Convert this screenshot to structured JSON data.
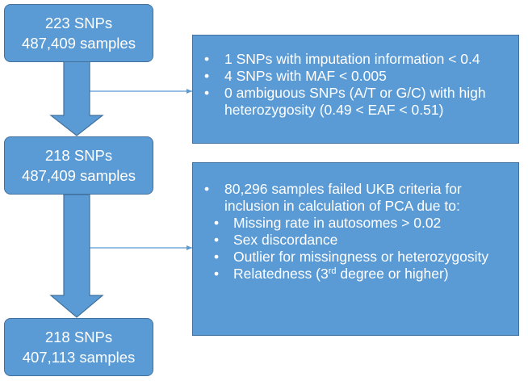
{
  "stages": [
    {
      "line1": "223 SNPs",
      "line2": "487,409 samples"
    },
    {
      "line1": "218 SNPs",
      "line2": "487,409 samples"
    },
    {
      "line1": "218 SNPs",
      "line2": "407,113 samples"
    }
  ],
  "snp_filter": {
    "items": [
      "1 SNPs with imputation information < 0.4",
      "4 SNPs with MAF < 0.005",
      "0 ambiguous SNPs (A/T or G/C) with high heterozygosity (0.49 < EAF < 0.51)"
    ]
  },
  "sample_filter": {
    "intro": "80,296 samples failed UKB criteria for inclusion in calculation of PCA due to:",
    "reasons": [
      "Missing rate in autosomes > 0.02",
      "Sex discordance",
      "Outlier for missingness or heterozygosity"
    ],
    "relatedness_pre": "Relatedness (3",
    "relatedness_sup": "rd",
    "relatedness_post": " degree or higher)"
  },
  "colors": {
    "box_fill": "#5b9bd5",
    "box_border": "#41719c",
    "connector": "#5b9bd5",
    "text": "#ffffff"
  }
}
